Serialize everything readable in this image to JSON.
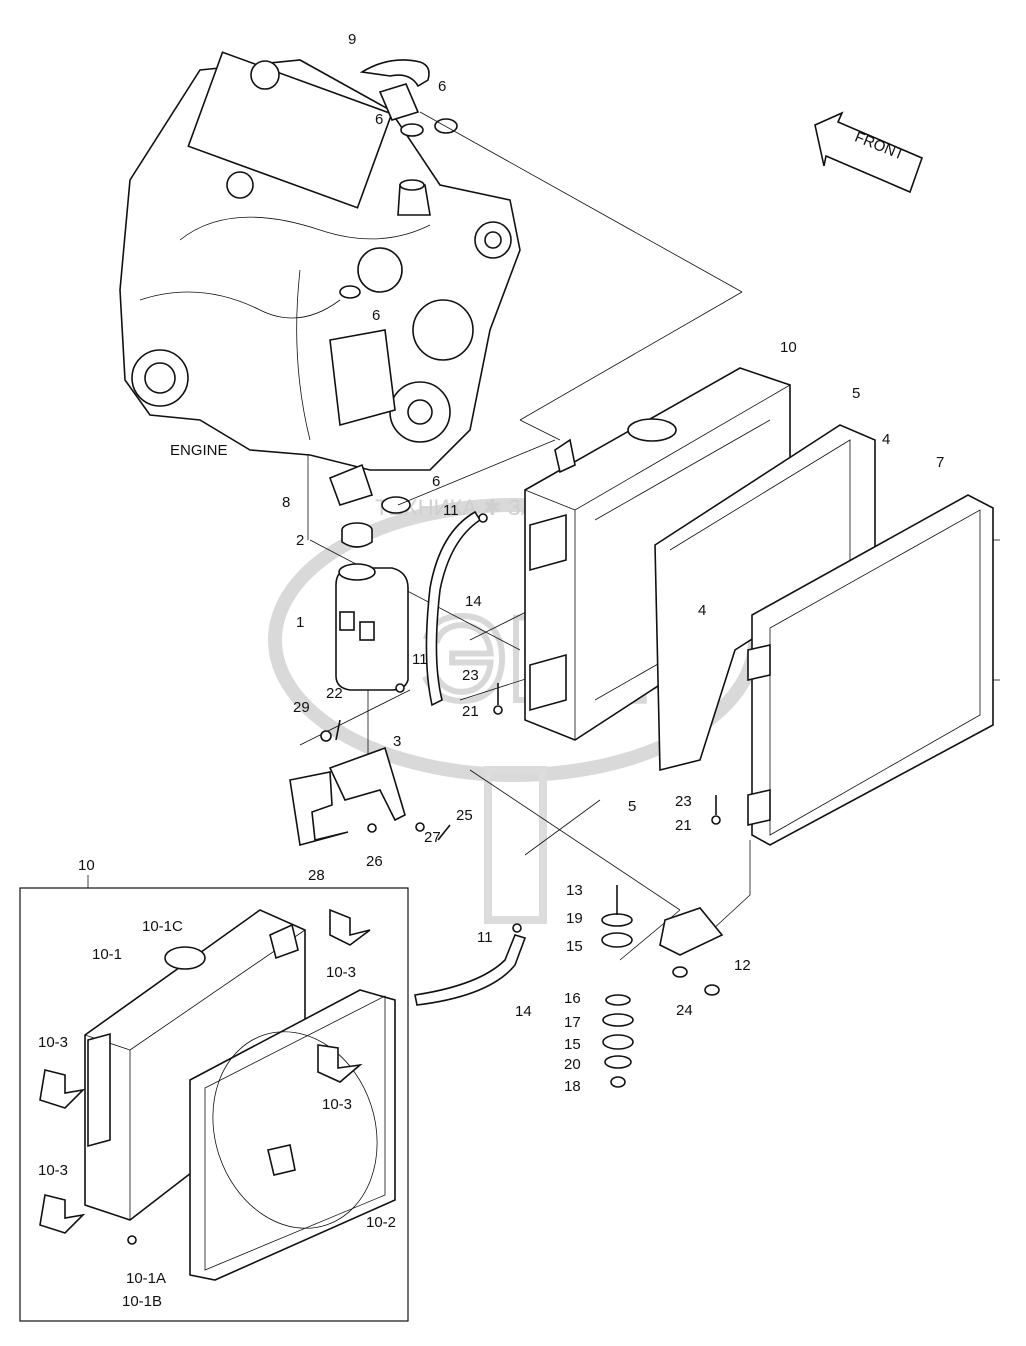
{
  "diagram": {
    "front_label": "FRONT",
    "engine_label": "ENGINE",
    "watermark_text": "ТЕХНИКА ✱ ЗАПЧАСТИ",
    "watermark_logo": "ЭПФ",
    "callouts": [
      {
        "id": "c9",
        "text": "9"
      },
      {
        "id": "c6a",
        "text": "6"
      },
      {
        "id": "c6b",
        "text": "6"
      },
      {
        "id": "c6c",
        "text": "6"
      },
      {
        "id": "c6d",
        "text": "6"
      },
      {
        "id": "c10",
        "text": "10"
      },
      {
        "id": "c5a",
        "text": "5"
      },
      {
        "id": "c4a",
        "text": "4"
      },
      {
        "id": "c7",
        "text": "7"
      },
      {
        "id": "c8",
        "text": "8"
      },
      {
        "id": "c11a",
        "text": "11"
      },
      {
        "id": "c2",
        "text": "2"
      },
      {
        "id": "c14a",
        "text": "14"
      },
      {
        "id": "c1",
        "text": "1"
      },
      {
        "id": "c4b",
        "text": "4"
      },
      {
        "id": "c11b",
        "text": "11"
      },
      {
        "id": "c23a",
        "text": "23"
      },
      {
        "id": "c21a",
        "text": "21"
      },
      {
        "id": "c22",
        "text": "22"
      },
      {
        "id": "c29",
        "text": "29"
      },
      {
        "id": "c3",
        "text": "3"
      },
      {
        "id": "c5b",
        "text": "5"
      },
      {
        "id": "c23b",
        "text": "23"
      },
      {
        "id": "c21b",
        "text": "21"
      },
      {
        "id": "c25",
        "text": "25"
      },
      {
        "id": "c27",
        "text": "27"
      },
      {
        "id": "c26",
        "text": "26"
      },
      {
        "id": "c28",
        "text": "28"
      },
      {
        "id": "c10b",
        "text": "10"
      },
      {
        "id": "c13",
        "text": "13"
      },
      {
        "id": "c19",
        "text": "19"
      },
      {
        "id": "c15a",
        "text": "15"
      },
      {
        "id": "c12",
        "text": "12"
      },
      {
        "id": "c11c",
        "text": "11"
      },
      {
        "id": "c14b",
        "text": "14"
      },
      {
        "id": "c16",
        "text": "16"
      },
      {
        "id": "c24",
        "text": "24"
      },
      {
        "id": "c17",
        "text": "17"
      },
      {
        "id": "c15b",
        "text": "15"
      },
      {
        "id": "c20",
        "text": "20"
      },
      {
        "id": "c18",
        "text": "18"
      },
      {
        "id": "c101c",
        "text": "10-1C"
      },
      {
        "id": "c101",
        "text": "10-1"
      },
      {
        "id": "c103a",
        "text": "10-3"
      },
      {
        "id": "c103b",
        "text": "10-3"
      },
      {
        "id": "c103c",
        "text": "10-3"
      },
      {
        "id": "c103d",
        "text": "10-3"
      },
      {
        "id": "c102",
        "text": "10-2"
      },
      {
        "id": "c101a",
        "text": "10-1A"
      },
      {
        "id": "c101b",
        "text": "10-1B"
      }
    ]
  }
}
